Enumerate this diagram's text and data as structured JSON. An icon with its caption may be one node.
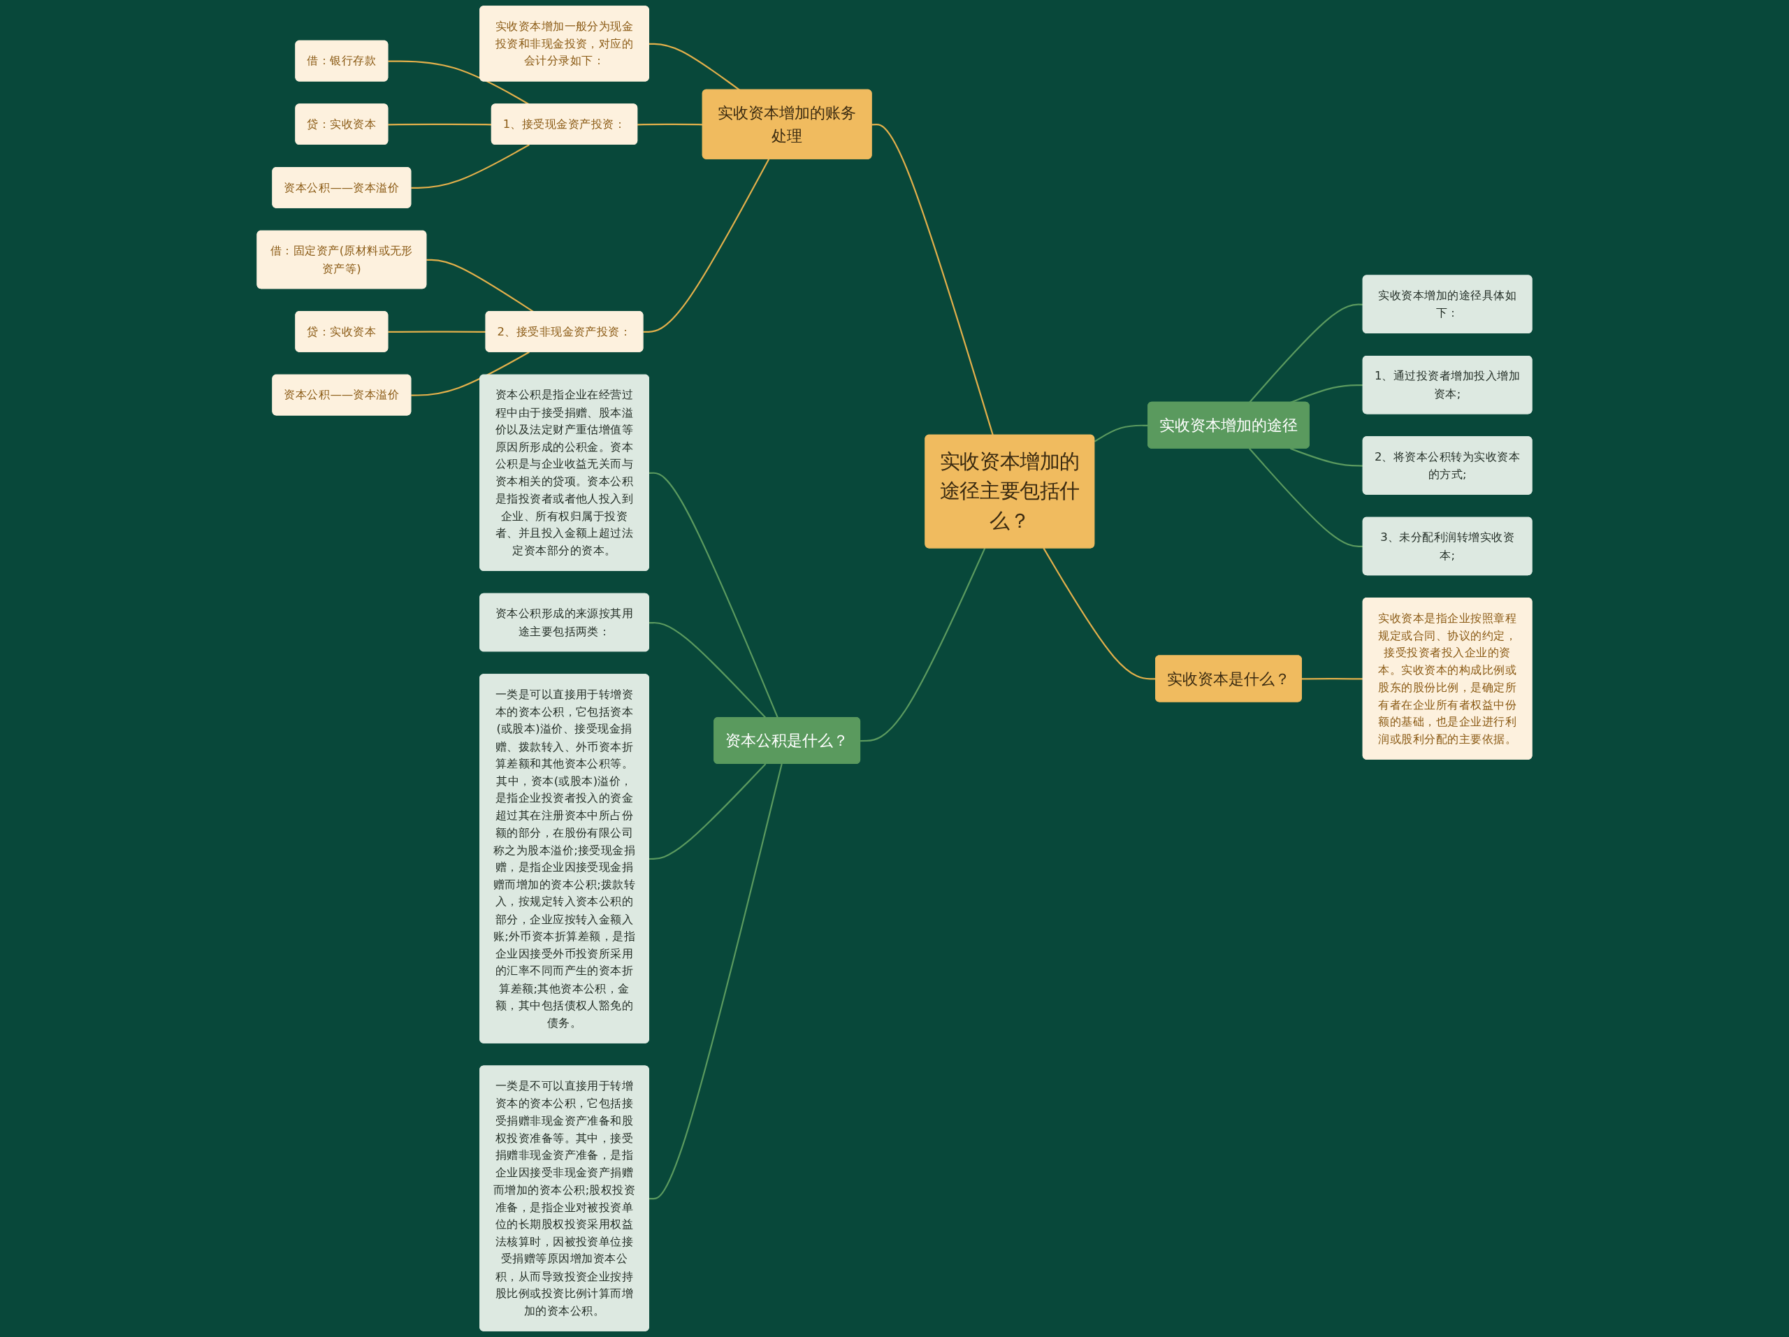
{
  "diagram": {
    "nodes": [
      {
        "text": [
          "实收资本增加的途径主要包括什么？"
        ]
      },
      {
        "text": [
          "实收资本增加的账务处理"
        ]
      },
      {
        "text": [
          "实收资本增加一般分为现金投资和非现金投资，对应的会计分录如下："
        ]
      },
      {
        "text": [
          "1、接受现金资产投资："
        ]
      },
      {
        "text": [
          "借：银行存款"
        ]
      },
      {
        "text": [
          "贷：实收资本"
        ]
      },
      {
        "text": [
          "资本公积——资本溢价"
        ]
      },
      {
        "text": [
          "2、接受非现金资产投资："
        ]
      },
      {
        "text": [
          "借：固定资产(原材料或无形资产等)"
        ]
      },
      {
        "text": [
          "贷：实收资本"
        ]
      },
      {
        "text": [
          "资本公积——资本溢价"
        ]
      },
      {
        "text": [
          "资本公积是什么？"
        ]
      },
      {
        "text": [
          "资本公积是指企业在经营过程中由于接受捐赠、股本溢价以及法定财产重估增值等原因所形成的公积金。资本公积是与企业收益无关而与资本相关的贷项。资本公积是指投资者或者他人投入到企业、所有权归属于投资者、并且投入金额上超过法定资本部分的资本。"
        ]
      },
      {
        "text": [
          "资本公积形成的来源按其用途主要包括两类："
        ]
      },
      {
        "text": [
          "一类是可以直接用于转增资本的资本公积，它包括资本(或股本)溢价、接受现金捐赠、拨款转入、外币资本折算差额和其他资本公积等。其中，资本(或股本)溢价，是指企业投资者投入的资金超过其在注册资本中所占份额的部分，在股份有限公司称之为股本溢价;接受现金捐赠，是指企业因接受现金捐赠而增加的资本公积;拨款转入，按规定转入资本公积的部分，企业应按转入金额入账;外币资本折算差额，是指企业因接受外币投资所采用的汇率不同而产生的资本折算差额;其他资本公积，金额，其中包括债权人豁免的债务。"
        ]
      },
      {
        "text": [
          "一类是不可以直接用于转增资本的资本公积，它包括接受捐赠非现金资产准备和股权投资准备等。其中，接受捐赠非现金资产准备，是指企业因接受非现金资产捐赠而增加的资本公积;股权投资准备，是指企业对被投资单位的长期股权投资采用权益法核算时，因被投资单位接受捐赠等原因增加资本公积，从而导致投资企业按持股比例或投资比例计算而增加的资本公积。"
        ]
      },
      {
        "text": [
          "实收资本增加的途径"
        ]
      },
      {
        "text": [
          "实收资本增加的途径具体如下："
        ]
      },
      {
        "text": [
          "1、通过投资者增加投入增加资本;"
        ]
      },
      {
        "text": [
          "2、将资本公积转为实收资本的方式;"
        ]
      },
      {
        "text": [
          "3、未分配利润转增实收资本;"
        ]
      },
      {
        "text": [
          "实收资本是什么？"
        ]
      },
      {
        "text": [
          "实收资本是指企业按照章程规定或合同、协议的约定，接受投资者投入企业的资本。实收资本的构成比例或股东的股份比例，是确定所有者在企业所有者权益中份额的基础，也是企业进行利润或股利分配的主要依据。"
        ]
      }
    ],
    "edges": [
      {
        "from": 1,
        "to": 0,
        "arrow": "none"
      },
      {
        "from": 2,
        "to": 1,
        "arrow": "none"
      },
      {
        "from": 3,
        "to": 1,
        "arrow": "none"
      },
      {
        "from": 4,
        "to": 3,
        "arrow": "none"
      },
      {
        "from": 5,
        "to": 3,
        "arrow": "none"
      },
      {
        "from": 6,
        "to": 3,
        "arrow": "none"
      },
      {
        "from": 7,
        "to": 1,
        "arrow": "none"
      },
      {
        "from": 8,
        "to": 7,
        "arrow": "none"
      },
      {
        "from": 9,
        "to": 7,
        "arrow": "none"
      },
      {
        "from": 10,
        "to": 7,
        "arrow": "none"
      },
      {
        "from": 11,
        "to": 0,
        "arrow": "none",
        "color": "#5b9a5f"
      },
      {
        "from": 12,
        "to": 11,
        "arrow": "none",
        "color": "#5b9a5f"
      },
      {
        "from": 13,
        "to": 11,
        "arrow": "none",
        "color": "#5b9a5f"
      },
      {
        "from": 14,
        "to": 11,
        "arrow": "none",
        "color": "#5b9a5f"
      },
      {
        "from": 15,
        "to": 11,
        "arrow": "none",
        "color": "#5b9a5f"
      },
      {
        "from": 0,
        "to": 16,
        "arrow": "none",
        "color": "#5b9a5f"
      },
      {
        "from": 16,
        "to": 17,
        "arrow": "none",
        "color": "#5b9a5f"
      },
      {
        "from": 16,
        "to": 18,
        "arrow": "none",
        "color": "#5b9a5f"
      },
      {
        "from": 16,
        "to": 19,
        "arrow": "none",
        "color": "#5b9a5f"
      },
      {
        "from": 16,
        "to": 20,
        "arrow": "none",
        "color": "#5b9a5f"
      },
      {
        "from": 0,
        "to": 21,
        "arrow": "none"
      },
      {
        "from": 21,
        "to": 22,
        "arrow": "none"
      }
    ]
  }
}
